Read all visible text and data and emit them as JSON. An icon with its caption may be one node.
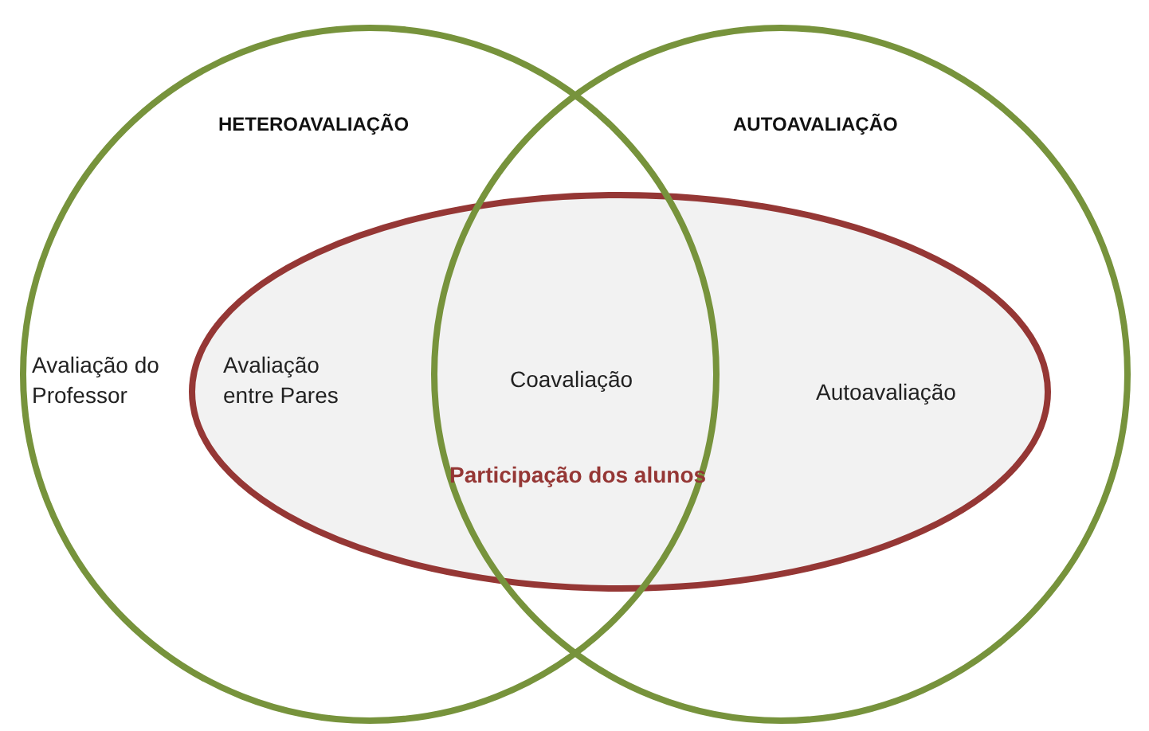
{
  "diagram": {
    "nodes": [
      {
        "text": [
          "HETEROAVALIAÇÃO",
          "Avaliação do Professor"
        ]
      },
      {
        "text": [
          "AUTOAVALIAÇÃO"
        ]
      },
      {
        "text": [
          "Avaliação entre Pares",
          "Coavaliação",
          "Autoavaliação",
          "Participação dos alunos"
        ]
      }
    ],
    "edges": []
  }
}
